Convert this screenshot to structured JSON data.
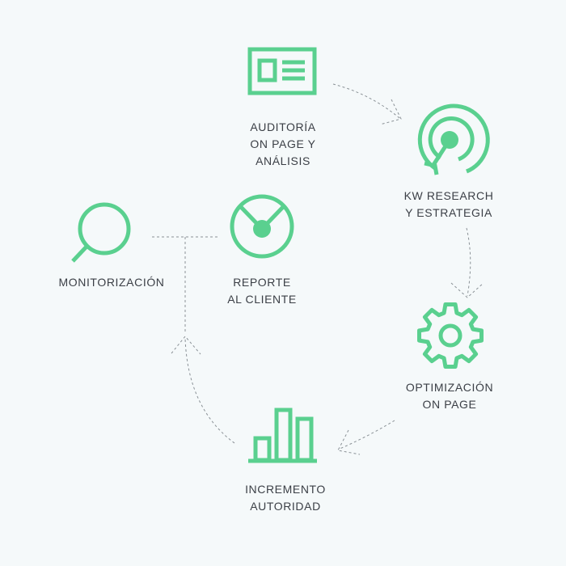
{
  "colors": {
    "accent": "#5ad08f",
    "text": "#3b3f46",
    "connector": "#8a9196",
    "background": "#f5f9fa"
  },
  "steps": [
    {
      "icon": "document-icon",
      "lines": [
        "AUDITORÍA",
        "ON PAGE Y",
        "ANÁLISIS"
      ]
    },
    {
      "icon": "target-icon",
      "lines": [
        "KW RESEARCH",
        "Y ESTRATEGIA"
      ]
    },
    {
      "icon": "gear-icon",
      "lines": [
        "OPTIMIZACIÓN",
        "ON PAGE"
      ]
    },
    {
      "icon": "bar-chart-icon",
      "lines": [
        "INCREMENTO",
        "AUTORIDAD"
      ]
    },
    {
      "icon": "clock-report-icon",
      "lines": [
        "REPORTE",
        "AL CLIENTE"
      ]
    },
    {
      "icon": "magnifier-icon",
      "lines": [
        "MONITORIZACIÓN"
      ]
    }
  ]
}
